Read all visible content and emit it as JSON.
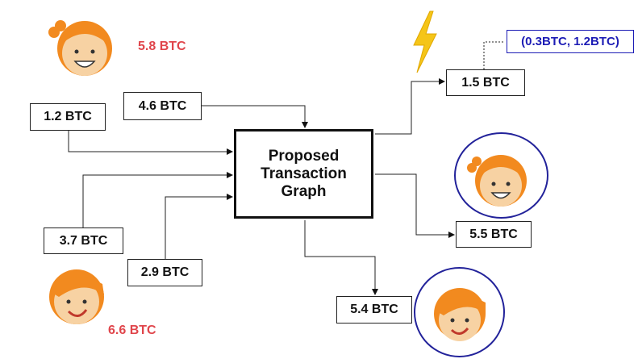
{
  "diagram": {
    "center_label": "Proposed Transaction Graph",
    "inputs": [
      {
        "label": "1.2 BTC"
      },
      {
        "label": "4.6 BTC"
      },
      {
        "label": "3.7 BTC"
      },
      {
        "label": "2.9 BTC"
      }
    ],
    "outputs": [
      {
        "label": "1.5 BTC"
      },
      {
        "label": "5.5 BTC"
      },
      {
        "label": "5.4 BTC"
      }
    ],
    "range_note": "(0.3BTC, 1.2BTC)",
    "participants": [
      {
        "amount": "5.8 BTC"
      },
      {
        "amount": "6.6 BTC"
      }
    ]
  },
  "colors": {
    "amount_text": "#e0454b",
    "range_border": "#1c1cb5",
    "ring": "#22229a",
    "lightning": "#f5c518",
    "hair": "#f28a1f",
    "skin": "#f7d2a3"
  },
  "icons": [
    "girl-avatar-icon",
    "boy-avatar-icon",
    "lightning-icon"
  ]
}
